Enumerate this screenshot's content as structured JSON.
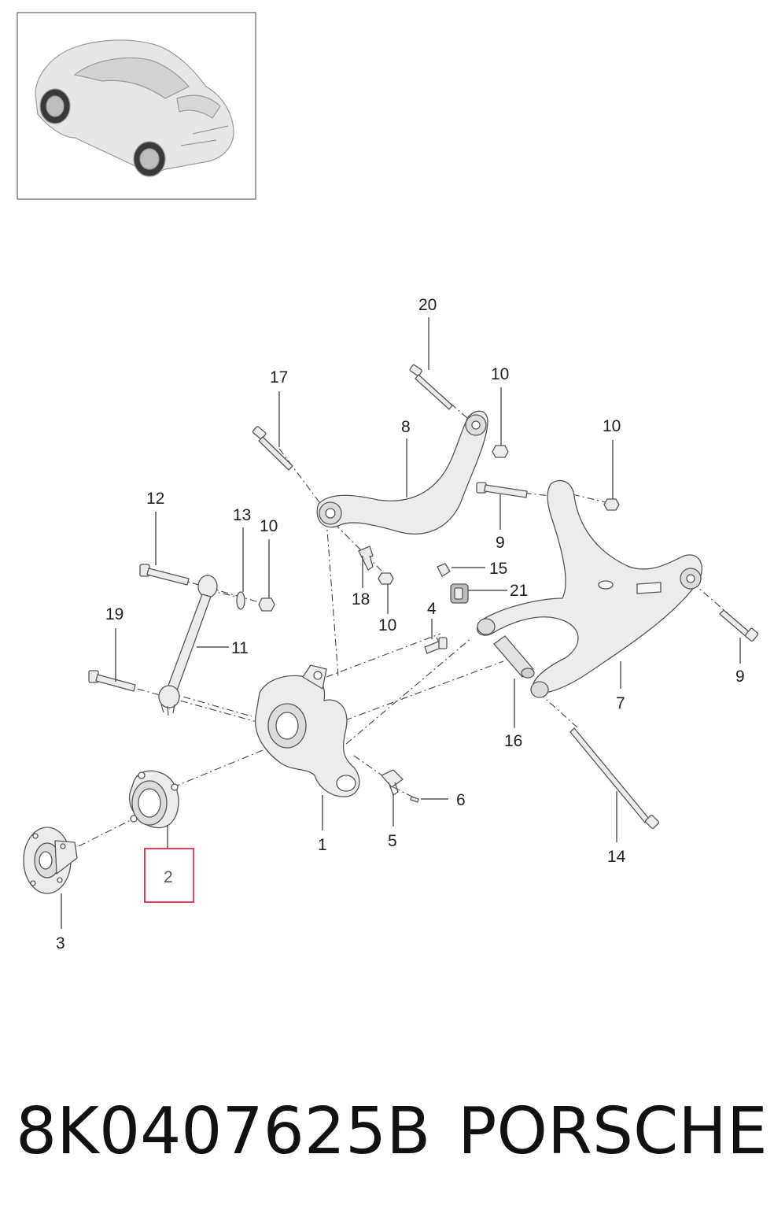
{
  "callouts": {
    "c1": "1",
    "c2": "2",
    "c3": "3",
    "c4": "4",
    "c5": "5",
    "c6": "6",
    "c7": "7",
    "c8": "8",
    "c9a": "9",
    "c9b": "9",
    "c10a": "10",
    "c10b": "10",
    "c10c": "10",
    "c10d": "10",
    "c11": "11",
    "c12": "12",
    "c13": "13",
    "c14": "14",
    "c15": "15",
    "c16": "16",
    "c17": "17",
    "c18": "18",
    "c19": "19",
    "c20": "20",
    "c21": "21"
  },
  "highlight": {
    "callout": "2",
    "color": "#d9363e"
  },
  "caption": {
    "part_number": "8K0407625B",
    "brand": "PORSCHE"
  },
  "colors": {
    "line": "#333333",
    "part_fill": "#ececec",
    "part_stroke": "#555555"
  }
}
